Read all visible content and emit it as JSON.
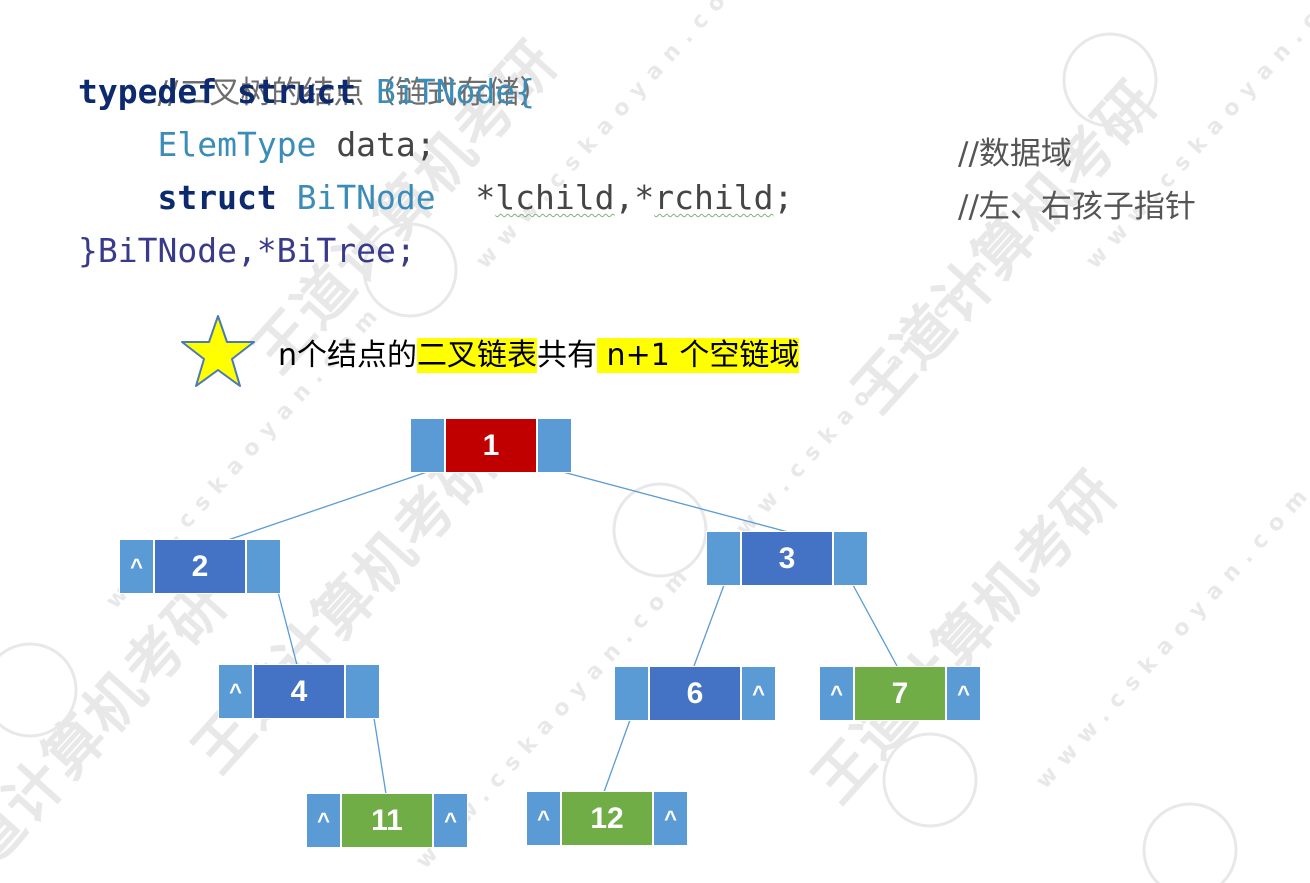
{
  "code": {
    "line1": "//二叉树的结点（链式存储）",
    "line2_kw1": "typedef",
    "line2_kw2": "struct",
    "line2_name": "BiTNode{",
    "line3_type": "ElemType",
    "line3_field": "data;",
    "line3_comment": "//数据域",
    "line4_kw": "struct",
    "line4_type": "BiTNode",
    "line4_star1": "*",
    "line4_lchild": "lchild",
    "line4_comma": ",*",
    "line4_rchild": "rchild",
    "line4_semi": ";",
    "line4_comment": "//左、右孩子指针",
    "line5": "}BiTNode,*BiTree;"
  },
  "note": {
    "prefix": "n个结点的",
    "highlight1": "二叉链表",
    "middle": "共有",
    "highlight2": " n+1 个空链域"
  },
  "tree": {
    "null_symbol": "^",
    "nodes": [
      {
        "id": "1",
        "color": "red",
        "left_null": false,
        "right_null": false
      },
      {
        "id": "2",
        "color": "blue",
        "left_null": true,
        "right_null": false
      },
      {
        "id": "3",
        "color": "blue",
        "left_null": false,
        "right_null": false
      },
      {
        "id": "4",
        "color": "blue",
        "left_null": true,
        "right_null": false
      },
      {
        "id": "6",
        "color": "blue",
        "left_null": false,
        "right_null": true
      },
      {
        "id": "7",
        "color": "green",
        "left_null": true,
        "right_null": true
      },
      {
        "id": "11",
        "color": "green",
        "left_null": true,
        "right_null": true
      },
      {
        "id": "12",
        "color": "green",
        "left_null": true,
        "right_null": true
      }
    ],
    "colors": {
      "pointer": "#5b9bd5",
      "blue": "#4472c4",
      "red": "#c00000",
      "green": "#70ad47",
      "edge": "#5b9bd5"
    }
  },
  "watermark": {
    "text_cn": "王道计算机考研",
    "text_url": "www.cskaoyan.com",
    "color": "#e8e8e8"
  }
}
